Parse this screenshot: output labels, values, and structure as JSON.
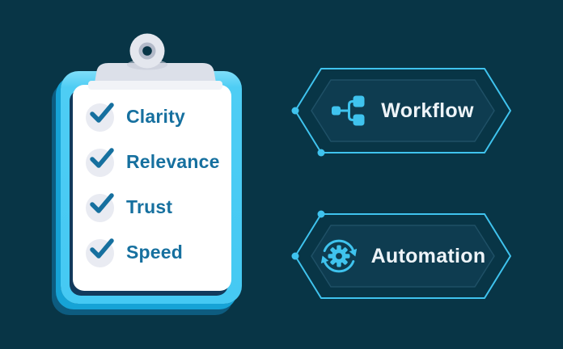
{
  "illustration": {
    "checklist": {
      "items": [
        {
          "label": "Clarity"
        },
        {
          "label": "Relevance"
        },
        {
          "label": "Trust"
        },
        {
          "label": "Speed"
        }
      ]
    },
    "badges": [
      {
        "label": "Workflow",
        "icon": "workflow-icon"
      },
      {
        "label": "Automation",
        "icon": "automation-icon"
      }
    ]
  },
  "colors": {
    "background": "#083546",
    "accent_cyan": "#3fc3ee",
    "board_cyan": "#45c9f3",
    "board_depth_dark": "#0d5c80",
    "board_depth_light": "#16a3d6",
    "paper_white": "#ffffff",
    "check_blue": "#16709f",
    "clip_gray": "#dce0e9",
    "badge_fill": "#0e3c50",
    "badge_text": "#eef4f8"
  }
}
